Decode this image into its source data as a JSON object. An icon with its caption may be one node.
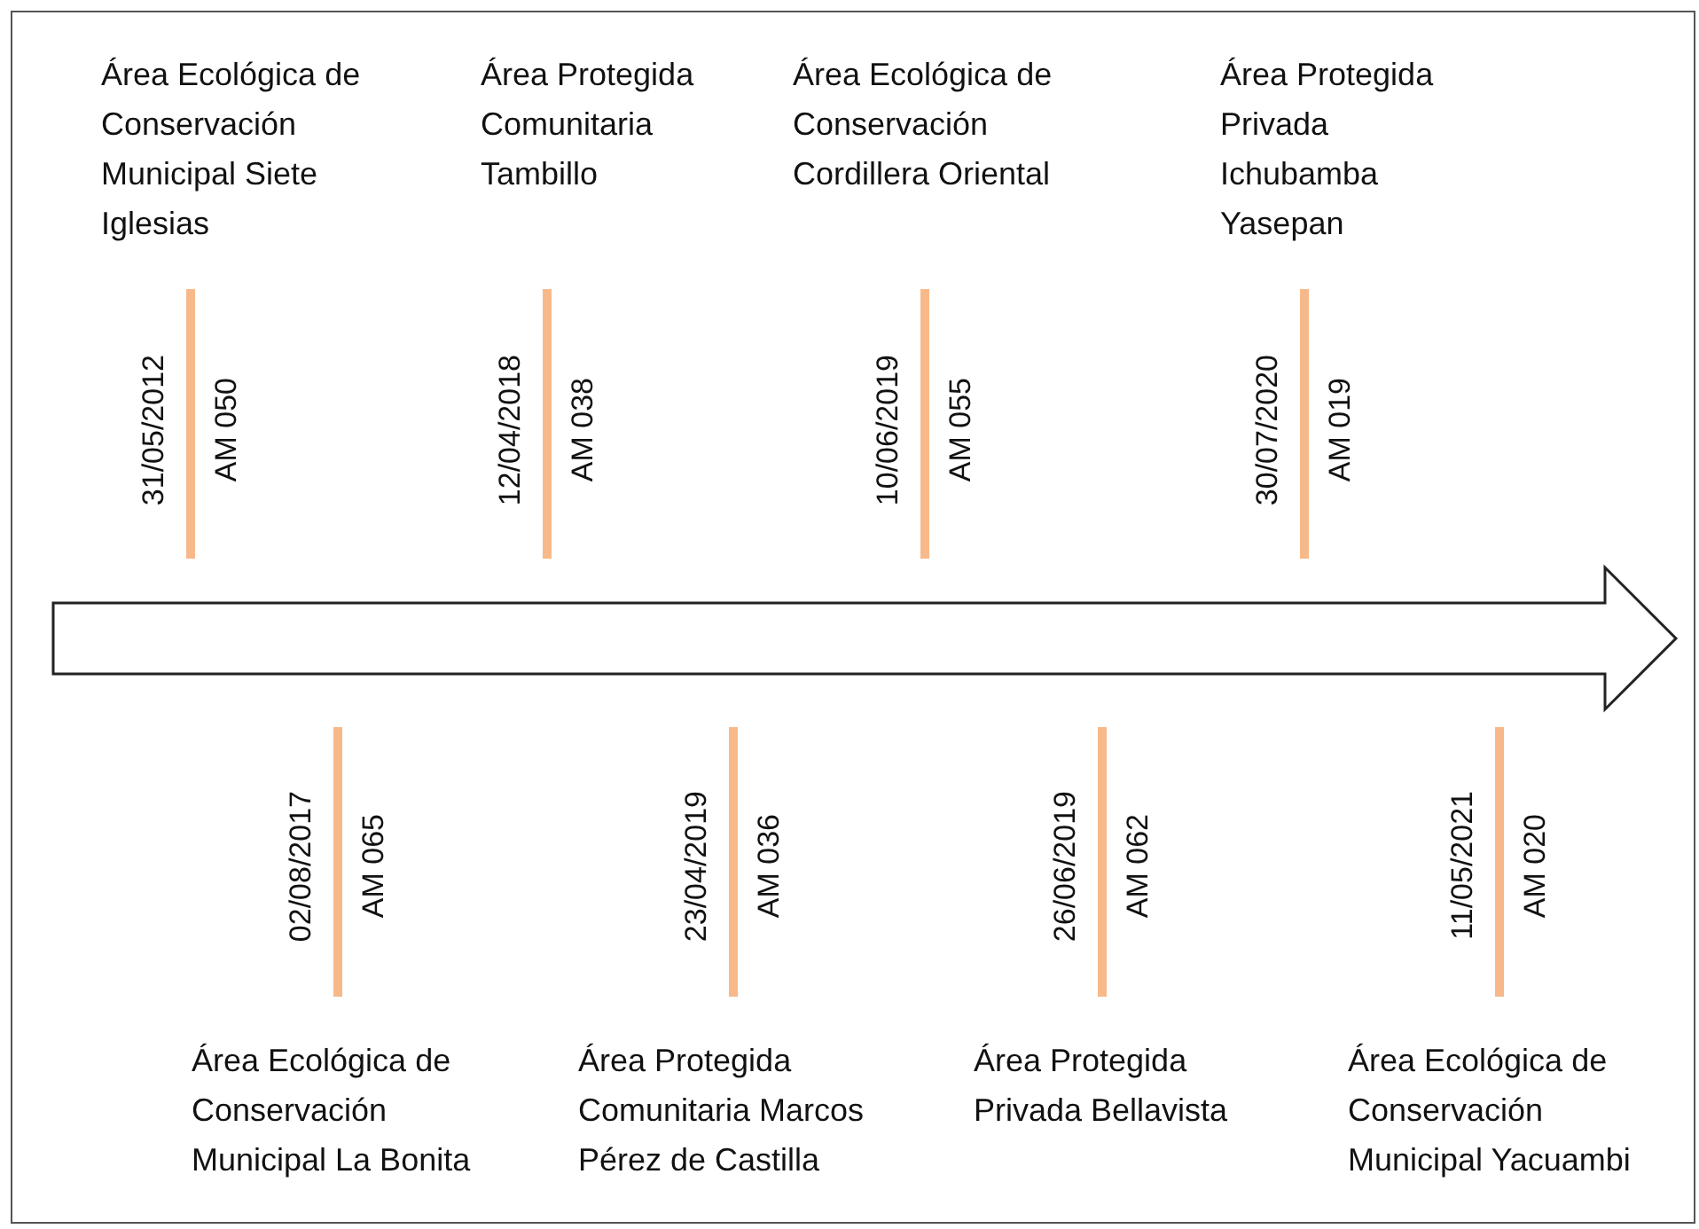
{
  "diagram": {
    "labels": [
      "Área Ecológica de Conservación Municipal Siete Iglesias",
      "Área Protegida Comunitaria Tambillo",
      "Área Ecológica de Conservación Cordillera Oriental",
      "Área Protegida Privada Ichubamba Yasepan",
      "31/05/2012",
      "AM 050",
      "12/04/2018",
      "AM 038",
      "10/06/2019",
      "AM 055",
      "30/07/2020",
      "AM 019",
      "02/08/2017",
      "AM 065",
      "23/04/2019",
      "AM 036",
      "26/06/2019",
      "AM 062",
      "11/05/2021",
      "AM 020",
      "Área Ecológica de Conservación Municipal La Bonita",
      "Área Protegida Comunitaria Marcos Pérez de Castilla",
      "Área Protegida Privada Bellavista",
      "Área Ecológica de Conservación Municipal Yacuambi"
    ]
  }
}
